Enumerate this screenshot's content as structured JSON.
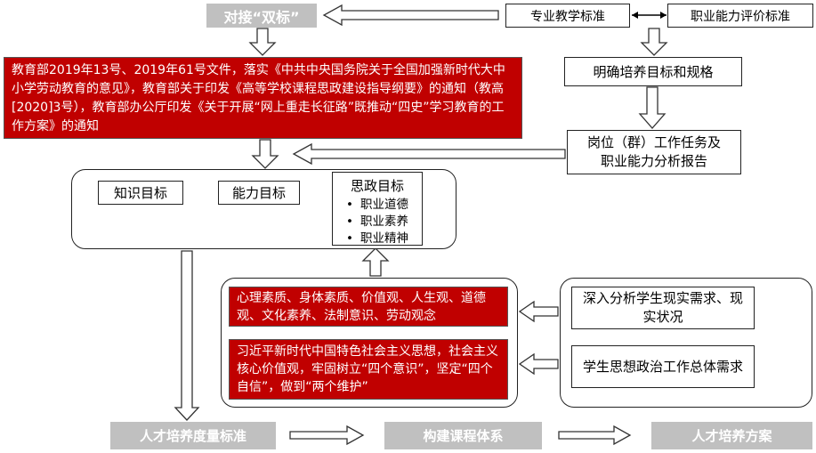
{
  "top": {
    "dual_standard": "对接“双标”",
    "prof_teaching_std": "专业教学标准",
    "prof_ability_std": "职业能力评价标准",
    "clarify_goals": "明确培养目标和规格",
    "job_report_l1": "岗位（群）工作任务及",
    "job_report_l2": "职业能力分析报告"
  },
  "policy": {
    "text": "教育部2019年13号、2019年61号文件，落实《中共中央国务院关于全国加强新时代大中小学劳动教育的意见》，教育部关于印发《高等学校课程思政建设指导纲要》的通知（教高[2020]3号），教育部办公厅印发《关于开展“网上重走长征路”既推动“四史”学习教育的工作方案》的通知"
  },
  "goals": {
    "knowledge": "知识目标",
    "ability": "能力目标",
    "ideological": "思政目标",
    "ideological_items": [
      "职业道德",
      "职业素养",
      "职业精神"
    ]
  },
  "qualities": {
    "literacy": "心理素质、身体素质、价值观、人生观、道德观、文化素养、法制意识、劳动观念",
    "thought": "习近平新时代中国特色社会主义思想，社会主义核心价值观，牢固树立“四个意识”，坚定“四个自信”，做到“两个维护”"
  },
  "needs": {
    "student_needs": "深入分析学生现实需求、现实状况",
    "work_needs": "学生思想政治工作总体需求"
  },
  "bottom": {
    "talent_standard": "人才培养度量标准",
    "curriculum": "构建课程体系",
    "talent_plan": "人才培养方案"
  },
  "colors": {
    "accent_red": "#c00000",
    "label_gray": "#c0c0c0"
  }
}
